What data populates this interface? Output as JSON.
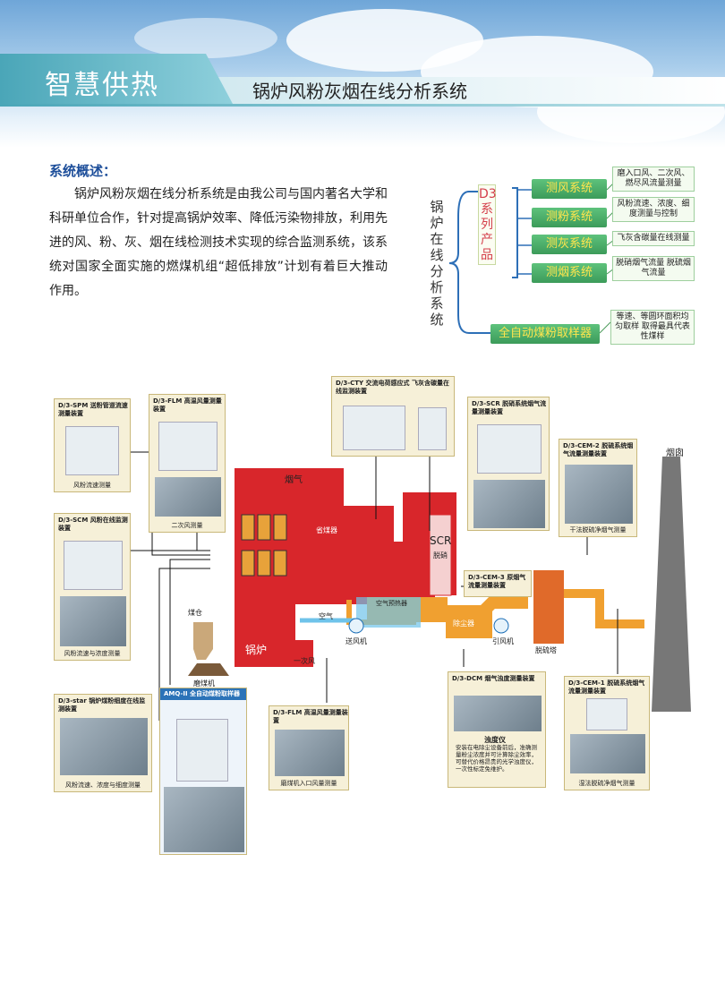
{
  "header": {
    "banner_title": "智慧供热",
    "subtitle": "锅炉风粉灰烟在线分析系统"
  },
  "overview": {
    "heading": "系统概述：",
    "body": "锅炉风粉灰烟在线分析系统是由我公司与国内著名大学和科研单位合作，针对提高锅炉效率、降低污染物排放，利用先进的风、粉、灰、烟在线检测技术实现的综合监测系统，该系统对国家全面实施的燃煤机组“超低排放”计划有着巨大推动作用。"
  },
  "classification": {
    "main": "锅炉在线分析系统",
    "series": "D3系列产品",
    "products": [
      {
        "label": "测风系统",
        "desc": "磨入口风、二次风、燃尽风流量测量"
      },
      {
        "label": "测粉系统",
        "desc": "风粉流速、浓度、细度测量与控制"
      },
      {
        "label": "测灰系统",
        "desc": "飞灰含碳量在线测量"
      },
      {
        "label": "测烟系统",
        "desc": "脱硝烟气流量 脱硫烟气流量"
      }
    ],
    "sampler": {
      "label": "全自动煤粉取样器",
      "desc": "等速、等圆环面积均匀取样 取得最具代表性煤样"
    }
  },
  "diagram": {
    "devices": [
      {
        "title": "D/3-SPM 送粉管道流速测量装置",
        "caption": "风粉流速测量"
      },
      {
        "title": "D/3-FLM 高温风量测量装置",
        "caption": "二次风测量"
      },
      {
        "title": "D/3-CTY 交流电荷感应式 飞灰含碳量在线监测装置",
        "caption": ""
      },
      {
        "title": "D/3-SCR 脱硝系统烟气流量测量装置",
        "caption": ""
      },
      {
        "title": "D/3-CEM-2 脱硫系统烟气流量测量装置",
        "caption": "干法脱硫净烟气测量"
      },
      {
        "title": "D/3-SCM 风粉在线监测装置",
        "caption": "风粉流速与浓度测量"
      },
      {
        "title": "D/3-CEM-3 原烟气流量测量装置",
        "caption": ""
      },
      {
        "title": "D/3-star 锅炉煤粉细度在线监测装置",
        "caption": "风粉流速、浓度与细度测量"
      },
      {
        "title": "AMQ-II 全自动煤粉取样器",
        "caption": ""
      },
      {
        "title": "D/3-FLM 高温风量测量装置",
        "caption": "磨煤机入口风量测量"
      },
      {
        "title": "D/3-DCM 烟气浊度测量装置",
        "caption": "浊度仪"
      },
      {
        "title": "D/3-CEM-1 脱硫系统烟气流量测量装置",
        "caption": "湿法脱硫净烟气测量"
      }
    ],
    "dcm_note": "安装在电除尘设备前后，准确测量粉尘浓度并可计算除尘效率，可替代价格昂贵的光学浊度仪，一次性标定免维护。",
    "labels": {
      "smoke": "烟气",
      "economizer": "省煤器",
      "boiler": "锅炉",
      "coal_bin": "煤仓",
      "mill": "磨煤机",
      "primary_air": "一次风",
      "air": "空气",
      "air_preheater": "空气预热器",
      "fan": "送风机",
      "dust": "除尘器",
      "id_fan": "引风机",
      "desulf": "脱硫塔",
      "chimney": "烟囱",
      "scr": "SCR",
      "denox": "脱硝"
    }
  },
  "colors": {
    "boiler_red": "#d8262b",
    "duct_orange": "#f0a030",
    "air_blue": "#6fc3ea",
    "banner_teal": "#4aa6b8"
  }
}
